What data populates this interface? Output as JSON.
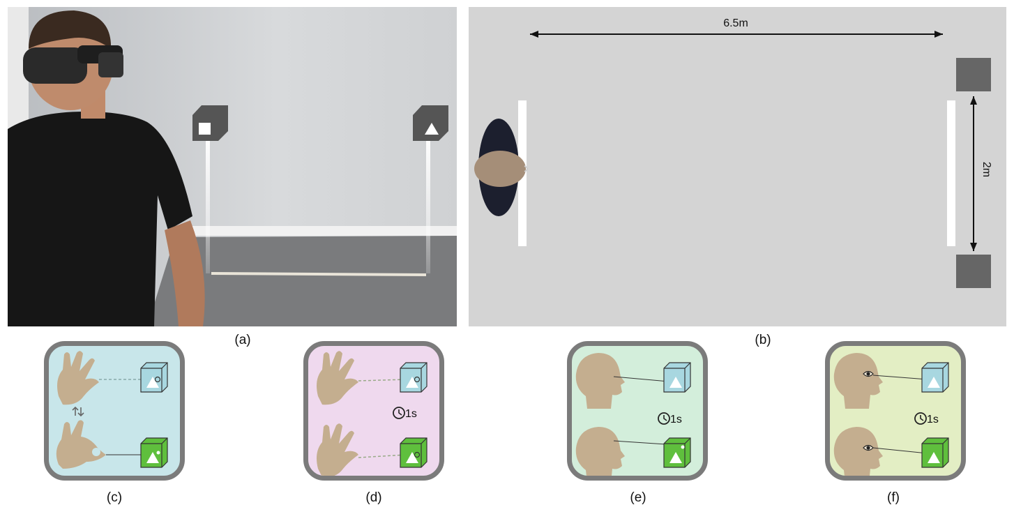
{
  "captions": {
    "a": "(a)",
    "b": "(b)",
    "c": "(c)",
    "d": "(d)",
    "e": "(e)",
    "f": "(f)"
  },
  "floorplan": {
    "length_label": "6.5m",
    "width_label": "2m"
  },
  "timers": {
    "d": "1s",
    "e": "1s",
    "f": "1s"
  },
  "colors": {
    "card_c": "#c8e6ea",
    "card_d": "#efd9ee",
    "card_e": "#d3eedb",
    "card_f": "#e3eec4",
    "cube_blue": "#a8d7e0",
    "cube_green": "#5fbf3d",
    "skin": "#c4ae8f",
    "floor": "#d4d4d4"
  },
  "icons": [
    "hand-open-icon",
    "hand-pinch-icon",
    "head-icon",
    "head-eye-icon",
    "cube-target-icon",
    "clock-icon",
    "swap-arrows-icon"
  ]
}
